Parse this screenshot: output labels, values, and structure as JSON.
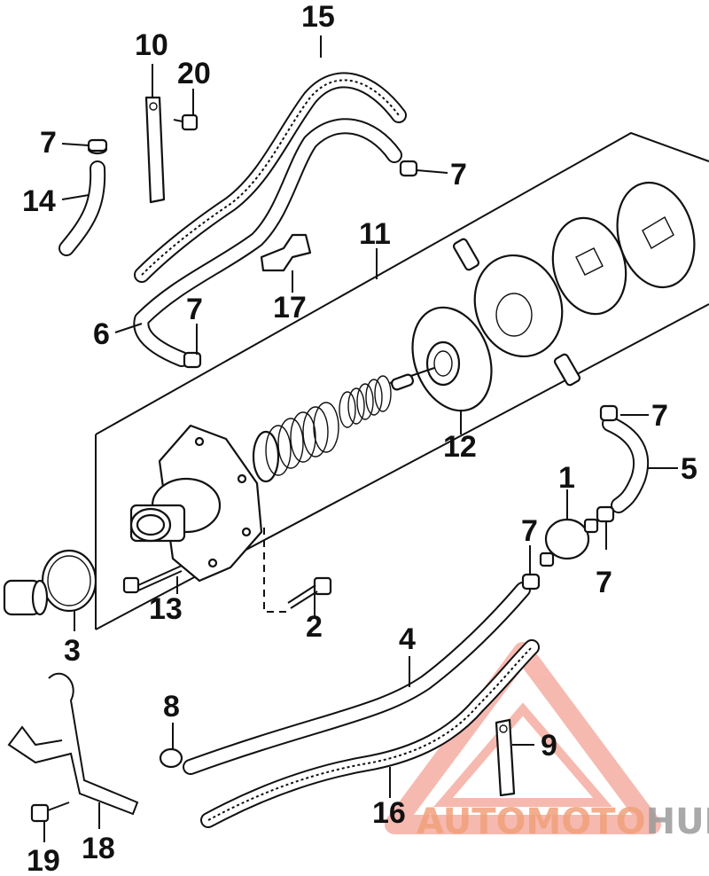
{
  "diagram": {
    "callouts": [
      {
        "id": "c15",
        "label": "15"
      },
      {
        "id": "c10",
        "label": "10"
      },
      {
        "id": "c20",
        "label": "20"
      },
      {
        "id": "c7a",
        "label": "7"
      },
      {
        "id": "c7b",
        "label": "7"
      },
      {
        "id": "c14",
        "label": "14"
      },
      {
        "id": "c11",
        "label": "11"
      },
      {
        "id": "c17",
        "label": "17"
      },
      {
        "id": "c7c",
        "label": "7"
      },
      {
        "id": "c6",
        "label": "6"
      },
      {
        "id": "c7d",
        "label": "7"
      },
      {
        "id": "c5",
        "label": "5"
      },
      {
        "id": "c12",
        "label": "12"
      },
      {
        "id": "c1",
        "label": "1"
      },
      {
        "id": "c7e",
        "label": "7"
      },
      {
        "id": "c7f",
        "label": "7"
      },
      {
        "id": "c13",
        "label": "13"
      },
      {
        "id": "c2",
        "label": "2"
      },
      {
        "id": "c3",
        "label": "3"
      },
      {
        "id": "c4",
        "label": "4"
      },
      {
        "id": "c8",
        "label": "8"
      },
      {
        "id": "c9",
        "label": "9"
      },
      {
        "id": "c16",
        "label": "16"
      },
      {
        "id": "c18",
        "label": "18"
      },
      {
        "id": "c19",
        "label": "19"
      }
    ]
  },
  "watermark": {
    "part1": "AUTOMOTO",
    "part2": "HUB",
    "color_primary": "#f0a07a",
    "color_secondary": "#9a9a9a"
  }
}
